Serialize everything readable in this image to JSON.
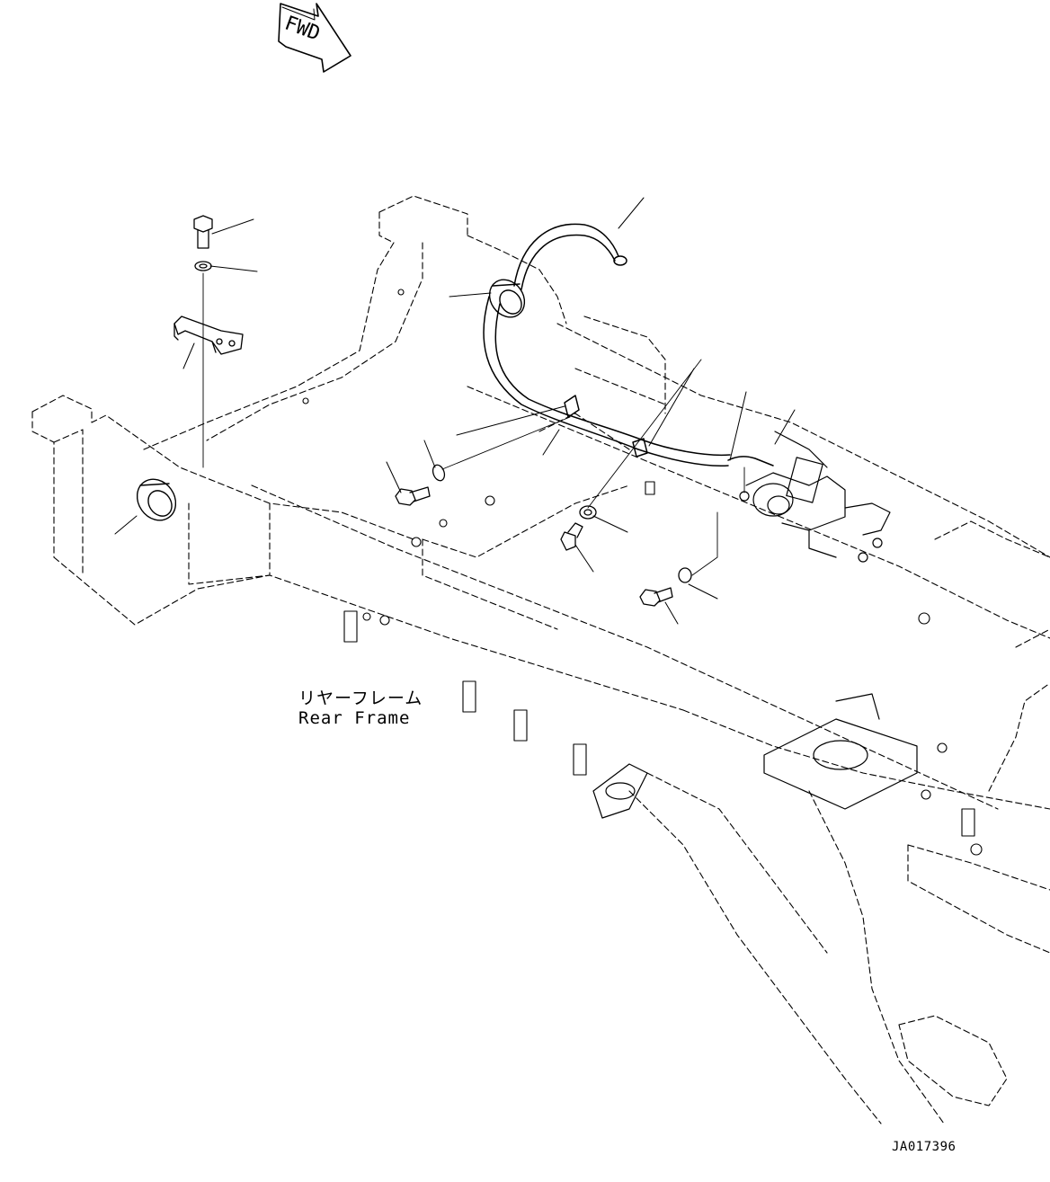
{
  "fwd_arrow": {
    "text": "FWD"
  },
  "frame_label": {
    "japanese": "リヤーフレーム",
    "english": "Rear Frame"
  },
  "drawing_id": "JA017396"
}
